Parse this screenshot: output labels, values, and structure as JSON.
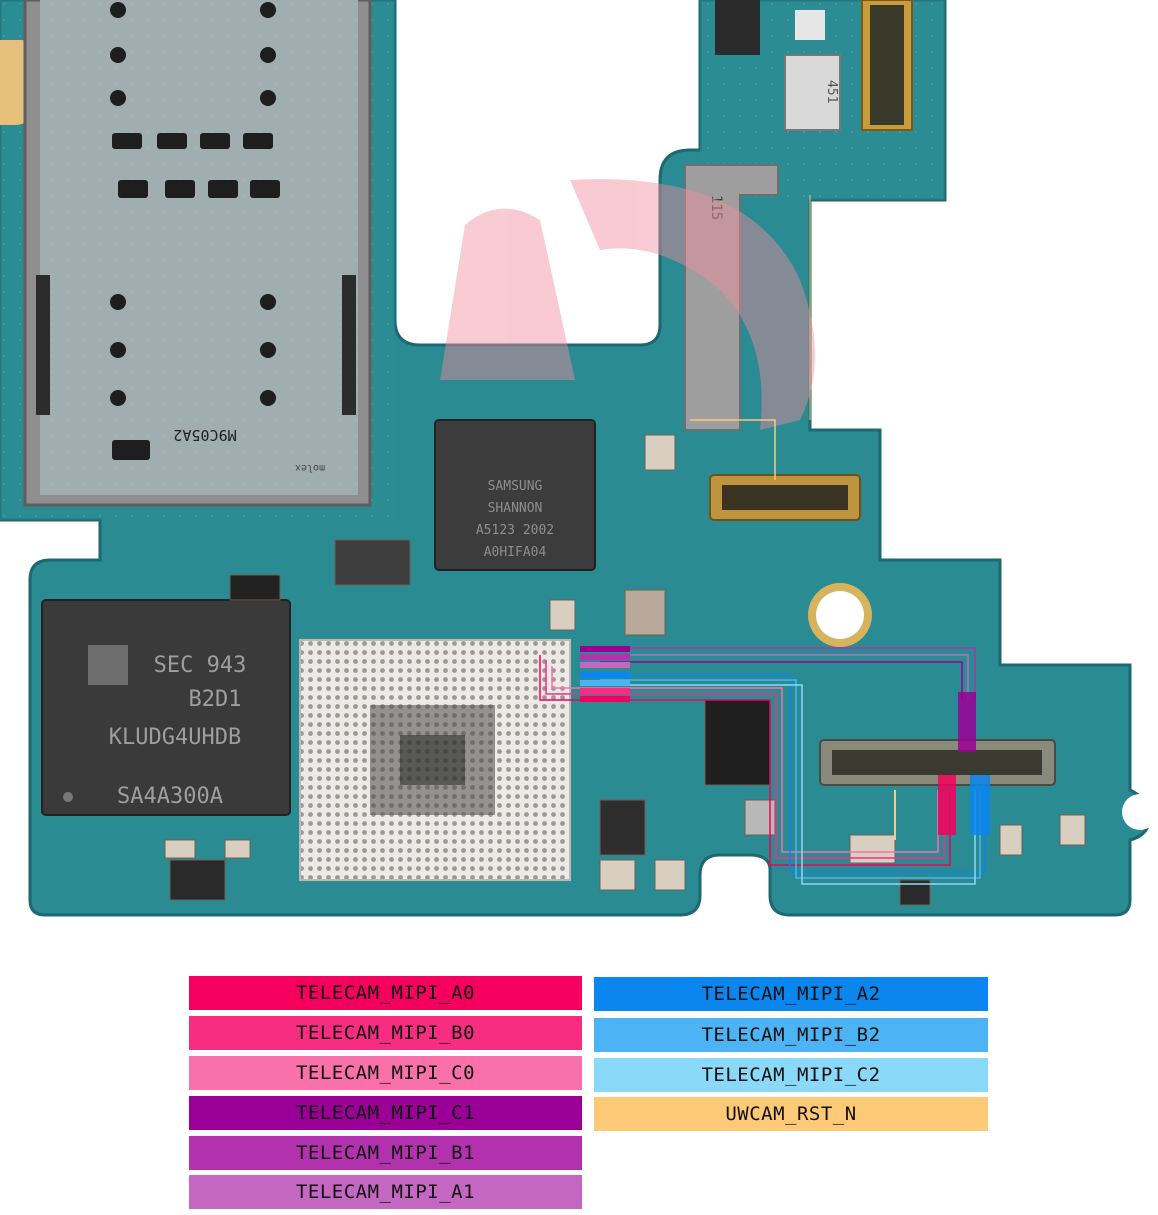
{
  "chips": {
    "modem": [
      "SAMSUNG",
      "SHANNON",
      "A5123  2002",
      "A0HIFA04"
    ],
    "storage": [
      "SEC 943",
      "B2D1",
      "KLUDG4UHDB",
      "SA4A300A"
    ],
    "sim_tray_label": "M9C05A2",
    "sim_brand": "molex",
    "shield_label": "115",
    "cam_module": "451"
  },
  "legend": [
    {
      "label": "TELECAM_MIPI_A0",
      "color": "#f5005e"
    },
    {
      "label": "TELECAM_MIPI_B0",
      "color": "#f72d82"
    },
    {
      "label": "TELECAM_MIPI_C0",
      "color": "#f970ab"
    },
    {
      "label": "TELECAM_MIPI_C1",
      "color": "#9a0096"
    },
    {
      "label": "TELECAM_MIPI_B1",
      "color": "#b232ae"
    },
    {
      "label": "TELECAM_MIPI_A1",
      "color": "#c467c2"
    },
    {
      "label": "TELECAM_MIPI_A2",
      "color": "#0b86ef"
    },
    {
      "label": "TELECAM_MIPI_B2",
      "color": "#4cb4f5"
    },
    {
      "label": "TELECAM_MIPI_C2",
      "color": "#8ad9f8"
    },
    {
      "label": "UWCAM_RST_N",
      "color": "#fcc977"
    }
  ]
}
